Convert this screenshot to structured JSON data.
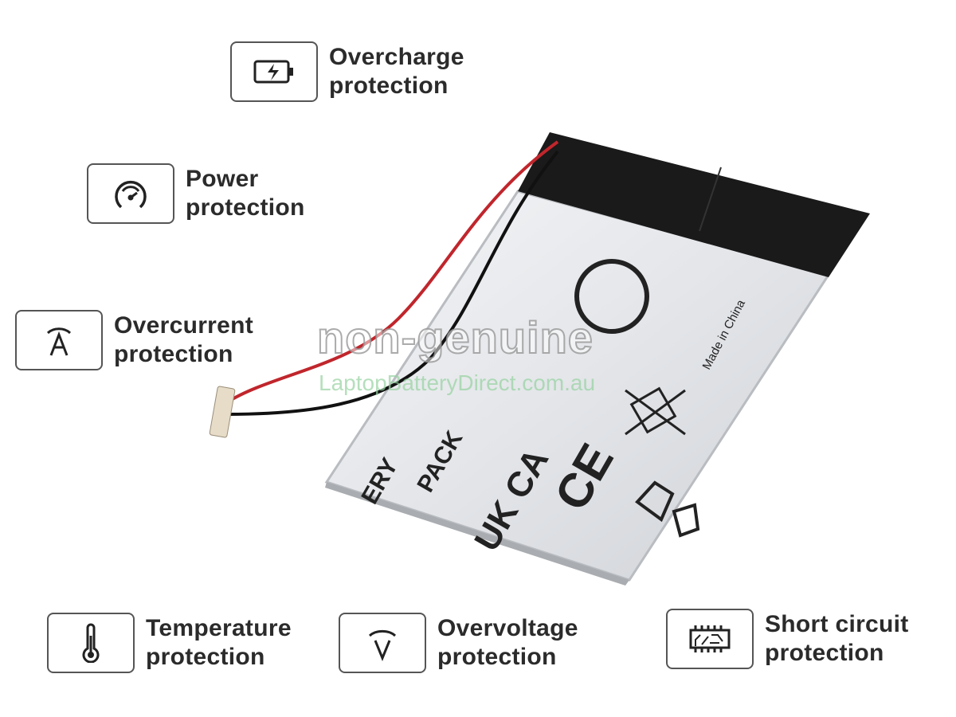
{
  "features": [
    {
      "id": "overcharge",
      "line1": "Overcharge",
      "line2": "protection",
      "icon": "battery-charging-icon"
    },
    {
      "id": "power",
      "line1": "Power",
      "line2": "protection",
      "icon": "gauge-icon"
    },
    {
      "id": "overcurrent",
      "line1": "Overcurrent",
      "line2": "protection",
      "icon": "ampere-icon"
    },
    {
      "id": "temperature",
      "line1": "Temperature",
      "line2": "protection",
      "icon": "thermometer-icon"
    },
    {
      "id": "overvoltage",
      "line1": "Overvoltage",
      "line2": "protection",
      "icon": "voltage-icon"
    },
    {
      "id": "short",
      "line1": "Short circuit",
      "line2": "protection",
      "icon": "circuit-chip-icon"
    }
  ],
  "battery_label": {
    "made_in": "Made in China",
    "pack_text": "PACK",
    "partial_text": "ERY",
    "ukca": "UK CA",
    "ce": "CE"
  },
  "watermark": {
    "line1": "non-genuine",
    "line2": "LaptopBatteryDirect.com.au"
  }
}
